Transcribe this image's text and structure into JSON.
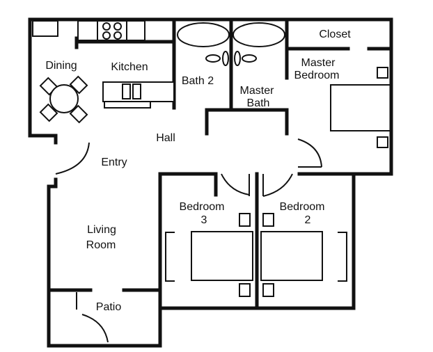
{
  "rooms": {
    "dining": "Dining",
    "kitchen": "Kitchen",
    "bath2": "Bath 2",
    "master_bath_line1": "Master",
    "master_bath_line2": "Bath",
    "closet": "Closet",
    "master_bedroom_line1": "Master",
    "master_bedroom_line2": "Bedroom",
    "hall": "Hall",
    "entry": "Entry",
    "bedroom3_line1": "Bedroom",
    "bedroom3_line2": "3",
    "bedroom2_line1": "Bedroom",
    "bedroom2_line2": "2",
    "living_room_line1": "Living",
    "living_room_line2": "Room",
    "patio": "Patio"
  }
}
